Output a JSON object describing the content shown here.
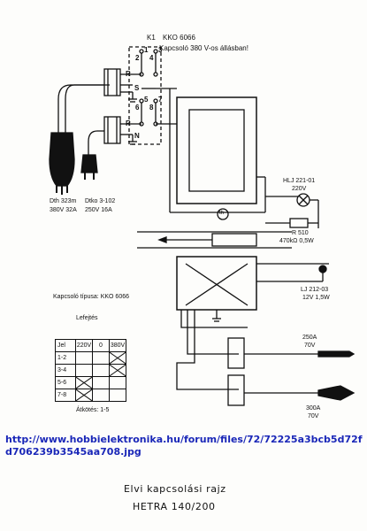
{
  "switch": {
    "ref": "K1",
    "type": "KKO 6066",
    "note": "Kapcsoló 380 V-os állásban!",
    "terminals": [
      "1",
      "2",
      "3",
      "4",
      "5",
      "6",
      "7",
      "8"
    ],
    "phase_labels": [
      "R",
      "S",
      "R",
      "N"
    ]
  },
  "plug_left": {
    "ref": "Dth 323m",
    "rating": "380V 32A"
  },
  "plug_right": {
    "ref": "Dtko 3-102",
    "rating": "250V 16A"
  },
  "lamp1": {
    "ref": "HLJ 221-01",
    "rating": "220V"
  },
  "thermal": {
    "symbol": "th"
  },
  "resistor": {
    "ref": "R 510",
    "rating": "470kΩ 0,5W"
  },
  "lamp2": {
    "ref": "LJ 212-03",
    "rating": "12V 1,5W"
  },
  "output1": {
    "current": "250A",
    "voltage": "70V"
  },
  "output2": {
    "current": "300A",
    "voltage": "70V"
  },
  "switch_table": {
    "type_label": "Kapcsoló típusa: KKO 6066",
    "caption": "Lefejtés",
    "headers": [
      "Jel",
      "220V",
      "0",
      "380V"
    ],
    "rows": [
      {
        "label": "1-2",
        "marks": [
          false,
          false,
          true
        ]
      },
      {
        "label": "3-4",
        "marks": [
          false,
          false,
          true
        ]
      },
      {
        "label": "5-6",
        "marks": [
          true,
          false,
          false
        ]
      },
      {
        "label": "7-8",
        "marks": [
          true,
          false,
          false
        ]
      }
    ],
    "note": "Átkötés: 1-5"
  },
  "source_url": "http://www.hobbielektronika.hu/forum/files/72/72225a3bcb5d72fd706239b3545aa708.jpg",
  "title_line1": "Elvi kapcsolási rajz",
  "title_line2": "HETRA 140/200"
}
